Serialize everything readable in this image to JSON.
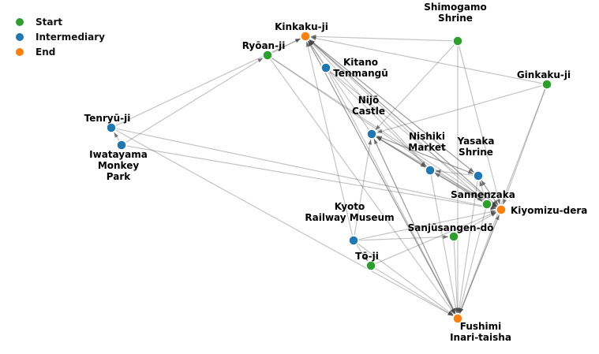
{
  "legend": {
    "items": [
      {
        "label": "Start",
        "color": "#2ca02c"
      },
      {
        "label": "Intermediary",
        "color": "#1f77b4"
      },
      {
        "label": "End",
        "color": "#ff7f0e"
      }
    ]
  },
  "colors": {
    "start": "#2ca02c",
    "intermediary": "#1f77b4",
    "end": "#ff7f0e",
    "edge": "#555555"
  },
  "nodes": [
    {
      "id": "kinkakuji",
      "label": [
        "Kinkaku-ji"
      ],
      "role": "end"
    },
    {
      "id": "ryoanji",
      "label": [
        "Ryōan-ji"
      ],
      "role": "start"
    },
    {
      "id": "shimogamo",
      "label": [
        "Shimogamo",
        "Shrine"
      ],
      "role": "start"
    },
    {
      "id": "kitano",
      "label": [
        "Kitano",
        "Tenmangū"
      ],
      "role": "intermediary"
    },
    {
      "id": "ginkakuji",
      "label": [
        "Ginkaku-ji"
      ],
      "role": "start"
    },
    {
      "id": "tenryuji",
      "label": [
        "Tenryū-ji"
      ],
      "role": "intermediary"
    },
    {
      "id": "iwatayama",
      "label": [
        "Iwatayama",
        "Monkey",
        "Park"
      ],
      "role": "intermediary"
    },
    {
      "id": "nijo",
      "label": [
        "Nijō",
        "Castle"
      ],
      "role": "intermediary"
    },
    {
      "id": "nishiki",
      "label": [
        "Nishiki",
        "Market"
      ],
      "role": "intermediary"
    },
    {
      "id": "yasaka",
      "label": [
        "Yasaka",
        "Shrine"
      ],
      "role": "intermediary"
    },
    {
      "id": "sannenzaka",
      "label": [
        "Sannenzaka"
      ],
      "role": "start"
    },
    {
      "id": "kiyomizu",
      "label": [
        "Kiyomizu-dera"
      ],
      "role": "end"
    },
    {
      "id": "sanjusangendo",
      "label": [
        "Sanjūsangen-dō"
      ],
      "role": "start"
    },
    {
      "id": "kyotorail",
      "label": [
        "Kyoto",
        "Railway Museum"
      ],
      "role": "intermediary"
    },
    {
      "id": "toji",
      "label": [
        "Tō-ji"
      ],
      "role": "start"
    },
    {
      "id": "fushimi",
      "label": [
        "Fushimi",
        "Inari-taisha"
      ],
      "role": "end"
    }
  ],
  "edges": [
    [
      "ryoanji",
      "kinkakuji"
    ],
    [
      "shimogamo",
      "kinkakuji"
    ],
    [
      "ginkakuji",
      "kinkakuji"
    ],
    [
      "tenryuji",
      "kinkakuji"
    ],
    [
      "iwatayama",
      "ryoanji"
    ],
    [
      "kitano",
      "kinkakuji"
    ],
    [
      "nijo",
      "kinkakuji"
    ],
    [
      "nishiki",
      "kinkakuji"
    ],
    [
      "yasaka",
      "kinkakuji"
    ],
    [
      "sannenzaka",
      "kinkakuji"
    ],
    [
      "kiyomizu",
      "kinkakuji"
    ],
    [
      "kyotorail",
      "kinkakuji"
    ],
    [
      "fushimi",
      "kinkakuji"
    ],
    [
      "iwatayama",
      "tenryuji"
    ],
    [
      "shimogamo",
      "nijo"
    ],
    [
      "ginkakuji",
      "nijo"
    ],
    [
      "nishiki",
      "nijo"
    ],
    [
      "yasaka",
      "nijo"
    ],
    [
      "sannenzaka",
      "nijo"
    ],
    [
      "kyotorail",
      "nijo"
    ],
    [
      "fushimi",
      "nijo"
    ],
    [
      "kitano",
      "nishiki"
    ],
    [
      "nijo",
      "nishiki"
    ],
    [
      "yasaka",
      "nishiki"
    ],
    [
      "sannenzaka",
      "nishiki"
    ],
    [
      "kinkakuji",
      "yasaka"
    ],
    [
      "nijo",
      "yasaka"
    ],
    [
      "sannenzaka",
      "yasaka"
    ],
    [
      "kiyomizu",
      "yasaka"
    ],
    [
      "ryoanji",
      "sannenzaka"
    ],
    [
      "ryoanji",
      "kiyomizu"
    ],
    [
      "kinkakuji",
      "kiyomizu"
    ],
    [
      "kitano",
      "kiyomizu"
    ],
    [
      "ginkakuji",
      "kiyomizu"
    ],
    [
      "shimogamo",
      "kiyomizu"
    ],
    [
      "tenryuji",
      "kiyomizu"
    ],
    [
      "iwatayama",
      "kiyomizu"
    ],
    [
      "nijo",
      "kiyomizu"
    ],
    [
      "nishiki",
      "kiyomizu"
    ],
    [
      "yasaka",
      "kiyomizu"
    ],
    [
      "sannenzaka",
      "kiyomizu"
    ],
    [
      "sanjusangendo",
      "kiyomizu"
    ],
    [
      "kyotorail",
      "kiyomizu"
    ],
    [
      "toji",
      "kiyomizu"
    ],
    [
      "fushimi",
      "kiyomizu"
    ],
    [
      "kyotorail",
      "toji"
    ],
    [
      "kyotorail",
      "sanjusangendo"
    ],
    [
      "tenryuji",
      "fushimi"
    ],
    [
      "ryoanji",
      "fushimi"
    ],
    [
      "kinkakuji",
      "fushimi"
    ],
    [
      "kitano",
      "fushimi"
    ],
    [
      "shimogamo",
      "fushimi"
    ],
    [
      "ginkakuji",
      "fushimi"
    ],
    [
      "nijo",
      "fushimi"
    ],
    [
      "nishiki",
      "fushimi"
    ],
    [
      "yasaka",
      "fushimi"
    ],
    [
      "sannenzaka",
      "fushimi"
    ],
    [
      "sanjusangendo",
      "fushimi"
    ],
    [
      "kyotorail",
      "fushimi"
    ],
    [
      "toji",
      "fushimi"
    ],
    [
      "kiyomizu",
      "fushimi"
    ]
  ]
}
